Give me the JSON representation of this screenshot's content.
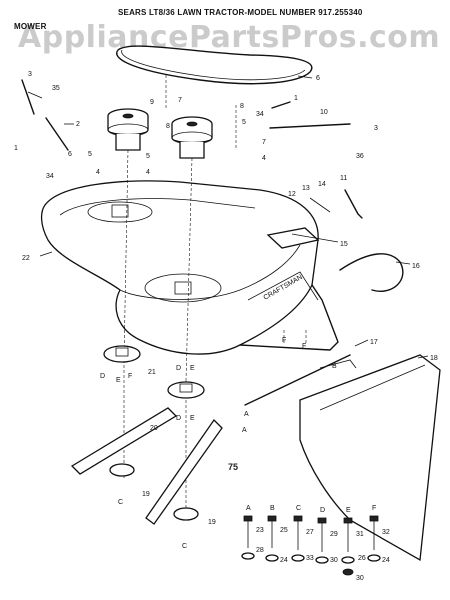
{
  "header": {
    "title": "SEARS LT8/36 LAWN TRACTOR-MODEL NUMBER 917.255340",
    "section": "MOWER"
  },
  "watermark": "AppliancePartsPros.com",
  "page_number": "75",
  "callouts": [
    "1",
    "2",
    "3",
    "4",
    "5",
    "6",
    "7",
    "8",
    "9",
    "10",
    "11",
    "12",
    "13",
    "14",
    "15",
    "16",
    "17",
    "18",
    "19",
    "20",
    "21",
    "22",
    "23",
    "24",
    "25",
    "26",
    "27",
    "28",
    "29",
    "30",
    "31",
    "32",
    "33",
    "34",
    "35",
    "36"
  ],
  "letters": [
    "A",
    "B",
    "C",
    "D",
    "E",
    "F"
  ]
}
